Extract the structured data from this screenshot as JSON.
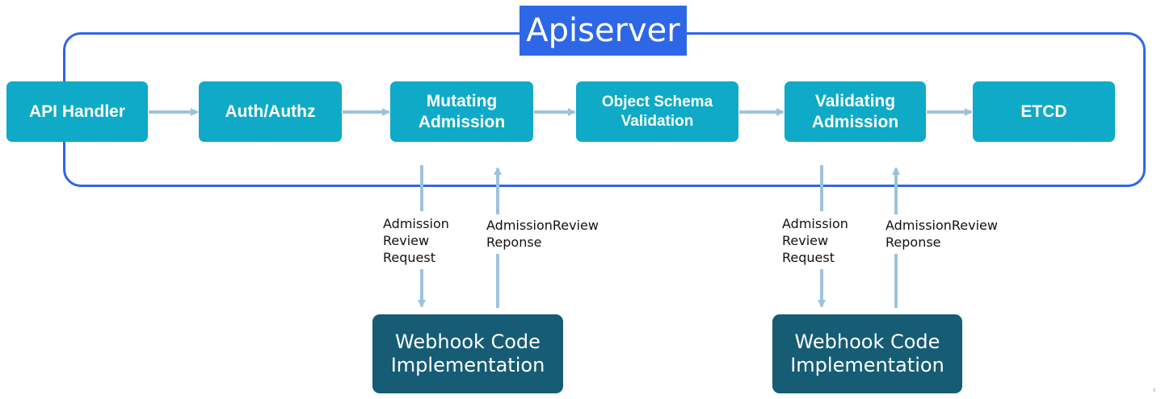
{
  "title": "Apiserver",
  "pipeline": [
    {
      "id": "api-handler",
      "label": "API Handler"
    },
    {
      "id": "auth-authz",
      "label": "Auth/Authz"
    },
    {
      "id": "mutating-admission",
      "label": "Mutating\nAdmission"
    },
    {
      "id": "object-schema-validation",
      "label": "Object Schema\nValidation"
    },
    {
      "id": "validating-admission",
      "label": "Validating\nAdmission"
    },
    {
      "id": "etcd",
      "label": "ETCD"
    }
  ],
  "webhooks": [
    {
      "label": "Webhook Code\nImplementation",
      "request_label": "Admission\nReview\nRequest",
      "response_label": "AdmissionReview\nReponse"
    },
    {
      "label": "Webhook Code\nImplementation",
      "request_label": "Admission\nReview\nRequest",
      "response_label": "AdmissionReview\nReponse"
    }
  ],
  "colors": {
    "frame": "#2e67e6",
    "node": "#0eaac8",
    "webhook": "#155c74",
    "arrow": "#9cc3dc"
  },
  "corner_glyph": "‹"
}
